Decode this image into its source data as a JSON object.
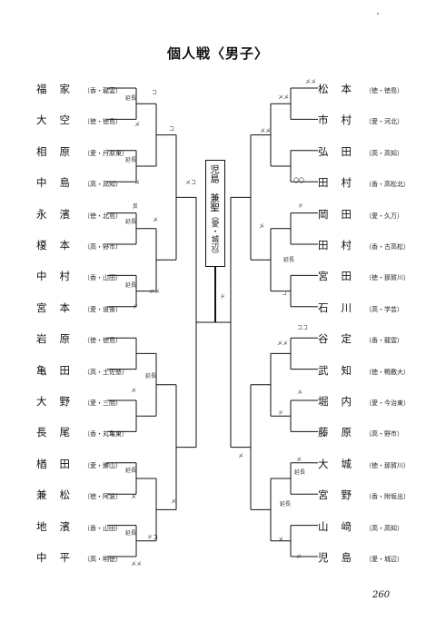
{
  "page_title": "個人戦〈男子〉",
  "page_number": "260",
  "top_dot": "・",
  "champion": {
    "name": "児島　兼聖",
    "affiliation": "（愛・城辺）"
  },
  "left_players": [
    {
      "name": "福家",
      "aff": "（香・龍雲）"
    },
    {
      "name": "大空",
      "aff": "（徳・徳島）"
    },
    {
      "name": "相原",
      "aff": "（愛・丹原東）"
    },
    {
      "name": "中島",
      "aff": "（高・高知）"
    },
    {
      "name": "永濱",
      "aff": "（徳・北島）"
    },
    {
      "name": "榎本",
      "aff": "（高・野市）"
    },
    {
      "name": "中村",
      "aff": "（香・山田）"
    },
    {
      "name": "宮本",
      "aff": "（愛・道後）"
    },
    {
      "name": "岩原",
      "aff": "（徳・徳島）"
    },
    {
      "name": "亀田",
      "aff": "（高・土佐塾）"
    },
    {
      "name": "大野",
      "aff": "（愛・三間）"
    },
    {
      "name": "長尾",
      "aff": "（香・丸亀東）"
    },
    {
      "name": "楢田",
      "aff": "（愛・勝山）"
    },
    {
      "name": "兼松",
      "aff": "（徳・阿波）"
    },
    {
      "name": "地濱",
      "aff": "（香・山田）"
    },
    {
      "name": "中平",
      "aff": "（高・明徳）"
    }
  ],
  "right_players": [
    {
      "name": "松本",
      "aff": "（徳・徳島）"
    },
    {
      "name": "市村",
      "aff": "（愛・河北）"
    },
    {
      "name": "弘田",
      "aff": "（高・高知）"
    },
    {
      "name": "田村",
      "aff": "（香・高松北）"
    },
    {
      "name": "岡田",
      "aff": "（愛・久万）"
    },
    {
      "name": "田村",
      "aff": "（香・古高松）"
    },
    {
      "name": "宮田",
      "aff": "（徳・那賀川）"
    },
    {
      "name": "石川",
      "aff": "（高・学芸）"
    },
    {
      "name": "谷定",
      "aff": "（香・龍雲）"
    },
    {
      "name": "武知",
      "aff": "（徳・鴨敷大）"
    },
    {
      "name": "堀内",
      "aff": "（愛・今治東）"
    },
    {
      "name": "藤原",
      "aff": "（高・野市）"
    },
    {
      "name": "大城",
      "aff": "（徳・那賀川）"
    },
    {
      "name": "宮野",
      "aff": "（香・附坂出）"
    },
    {
      "name": "山﨑",
      "aff": "（高・高知）"
    },
    {
      "name": "児島",
      "aff": "（愛・城辺）"
    }
  ],
  "marks": {
    "encho": "延長",
    "kote": "コ",
    "men": "メ",
    "do": "ド",
    "hansoku": "反",
    "men_men": "メメ",
    "kote_kote": "ココ",
    "do_kote": "ドコ",
    "men_kote": "メコ",
    "maru_maru": "〇〇"
  }
}
